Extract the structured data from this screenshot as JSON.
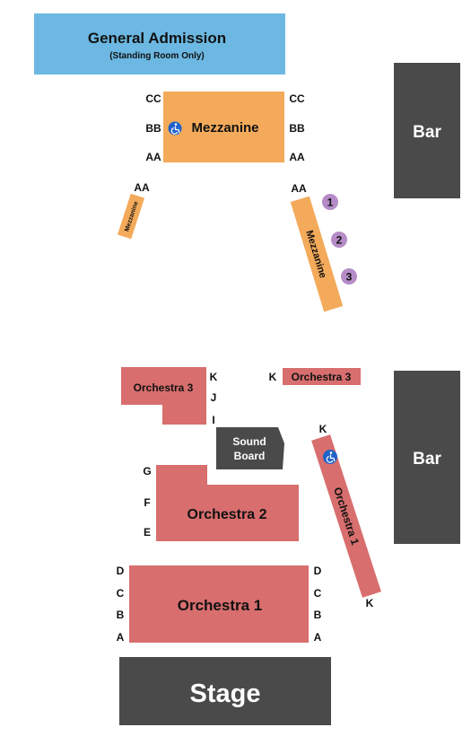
{
  "colors": {
    "general_admission": "#6cb8e2",
    "mezzanine": "#f3aa5a",
    "orchestra": "#d86e6e",
    "dark": "#4a4a4a",
    "badge": "#b58cc7",
    "accessibility": "#1f62c9"
  },
  "general_admission": {
    "title": "General Admission",
    "subtitle": "(Standing Room Only)"
  },
  "mezzanine": {
    "main_label": "Mezzanine",
    "left_wing_label": "Mezzanine",
    "right_wing_label": "Mezzanine",
    "rows_left": [
      "CC",
      "BB",
      "AA"
    ],
    "rows_right": [
      "CC",
      "BB",
      "AA"
    ],
    "wing_left_row": "AA",
    "wing_right_row": "AA",
    "badges": [
      "1",
      "2",
      "3"
    ]
  },
  "bar_top": "Bar",
  "bar_bottom": "Bar",
  "orchestra3": {
    "left_label": "Orchestra 3",
    "right_label": "Orchestra 3",
    "rows": [
      "K",
      "J",
      "I"
    ],
    "right_row": "K"
  },
  "sound_board": {
    "line1": "Sound",
    "line2": "Board"
  },
  "orchestra2": {
    "label": "Orchestra 2",
    "rows": [
      "G",
      "F",
      "E"
    ]
  },
  "orchestra1_side": {
    "label": "Orchestra 1",
    "row_top": "K",
    "row_bottom": "K"
  },
  "orchestra1": {
    "label": "Orchestra 1",
    "rows_left": [
      "D",
      "C",
      "B",
      "A"
    ],
    "rows_right": [
      "D",
      "C",
      "B",
      "A"
    ]
  },
  "stage": "Stage"
}
